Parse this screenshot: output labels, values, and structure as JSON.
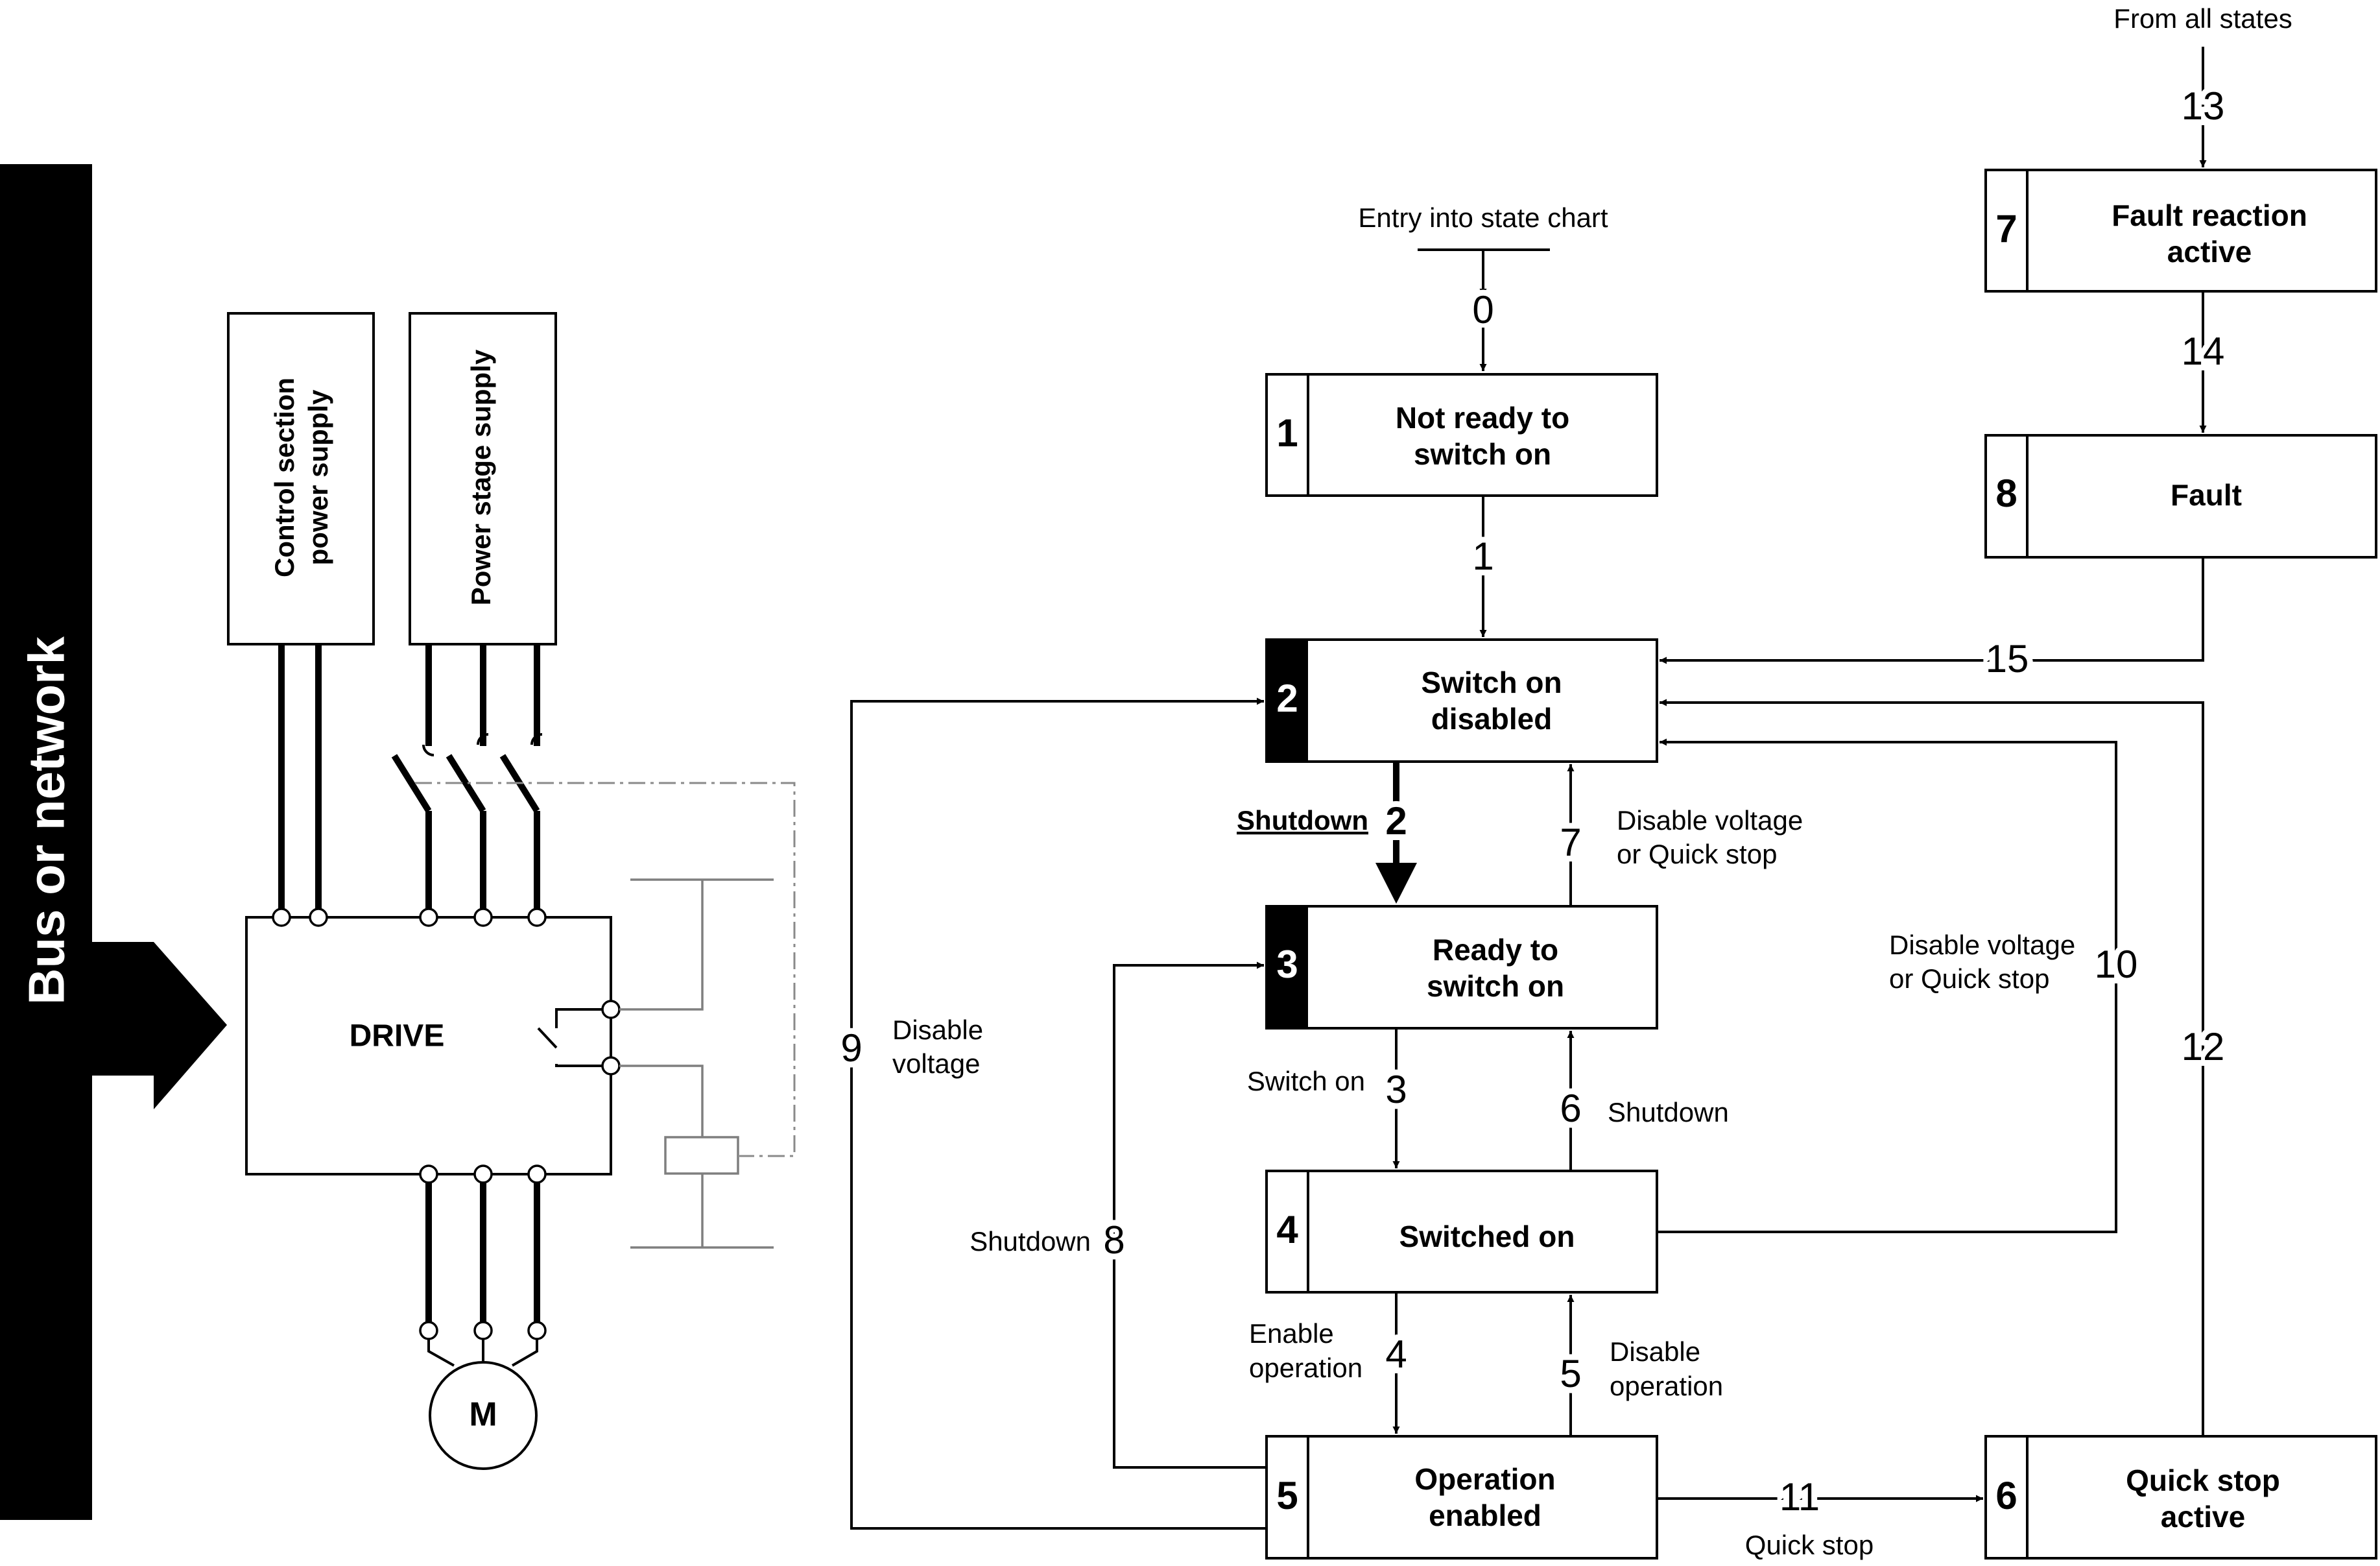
{
  "bus": {
    "label": "Bus or network"
  },
  "supplies": {
    "control": [
      "Control section",
      "power supply"
    ],
    "power": "Power stage supply"
  },
  "drive": {
    "label": "DRIVE",
    "motor": "M"
  },
  "entry": {
    "label": "Entry into state chart"
  },
  "from_all": {
    "label": "From all states"
  },
  "states": {
    "s1": {
      "num": "1",
      "line1": "Not ready to",
      "line2": "switch on"
    },
    "s2": {
      "num": "2",
      "line1": "Switch on",
      "line2": "disabled"
    },
    "s3": {
      "num": "3",
      "line1": "Ready to",
      "line2": "switch on"
    },
    "s4": {
      "num": "4",
      "line1": "Switched on"
    },
    "s5": {
      "num": "5",
      "line1": "Operation",
      "line2": "enabled"
    },
    "s6": {
      "num": "6",
      "line1": "Quick stop",
      "line2": "active"
    },
    "s7": {
      "num": "7",
      "line1": "Fault reaction",
      "line2": "active"
    },
    "s8": {
      "num": "8",
      "line1": "Fault"
    }
  },
  "transitions": {
    "t0": "0",
    "t1": "1",
    "t2": "2",
    "t3": "3",
    "t4": "4",
    "t5": "5",
    "t6": "6",
    "t7": "7",
    "t8": "8",
    "t9": "9",
    "t10": "10",
    "t11": "11",
    "t12": "12",
    "t13": "13",
    "t14": "14",
    "t15": "15"
  },
  "labels": {
    "shutdown_2": "Shutdown",
    "disable_voltage_7": [
      "Disable voltage",
      "or Quick stop"
    ],
    "switch_on_3": "Switch on",
    "shutdown_6": "Shutdown",
    "disable_voltage_10": [
      "Disable voltage",
      "or Quick stop"
    ],
    "disable_voltage_9": [
      "Disable",
      "voltage"
    ],
    "shutdown_8": "Shutdown",
    "enable_operation_4": [
      "Enable",
      "operation"
    ],
    "disable_operation_5": [
      "Disable",
      "operation"
    ],
    "quick_stop_11": "Quick stop"
  }
}
